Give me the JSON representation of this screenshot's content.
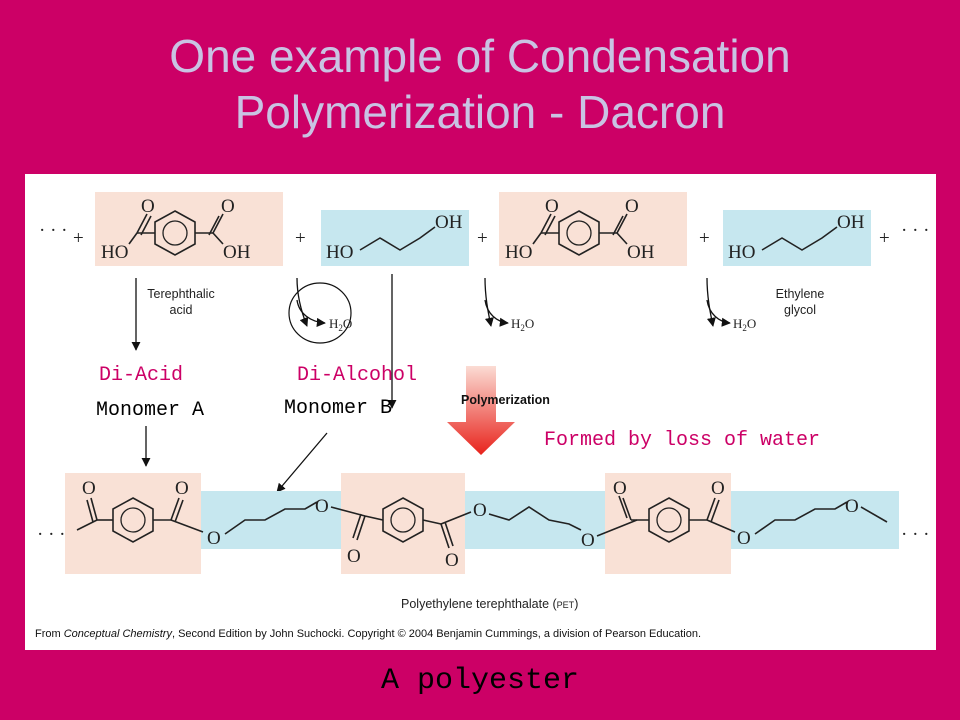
{
  "slide": {
    "title_line1": "One example of Condensation",
    "title_line2": "Polymerization - Dacron",
    "bottom_title": "A polyester"
  },
  "reactants": {
    "ellipsis_left": "· · ·",
    "ellipsis_right": "· · ·",
    "plus": "+",
    "oxygen": "O",
    "hydroxyl_left": "HO",
    "hydroxyl_right": "OH",
    "terephthalic_label_1": "Terephthalic",
    "terephthalic_label_2": "acid",
    "ethylene_label_1": "Ethylene",
    "ethylene_label_2": "glycol",
    "water_h": "H",
    "water_2": "2",
    "water_o": "O"
  },
  "annotations": {
    "di_acid": "Di-Acid",
    "monomer_a": "Monomer A",
    "di_alcohol": "Di-Alcohol",
    "monomer_b": "Monomer B",
    "polymerization": "Polymerization",
    "formed_by": "Formed by loss of water"
  },
  "product": {
    "name": "Polyethylene terephthalate (",
    "abbrev": "PET",
    "close": ")",
    "oxygen": "O"
  },
  "credit": {
    "prefix": "From ",
    "book": "Conceptual Chemistry",
    "rest": ", Second Edition by John Suchocki. Copyright © 2004 Benjamin Cummings, a division of Pearson Education."
  },
  "colors": {
    "slide_bg": "#cc0066",
    "title": "#c9c3e3",
    "acid_box": "#f9e1d6",
    "glycol_box": "#c6e7ef",
    "annotation": "#cc0066",
    "arrow_top": "#fbdcd4",
    "arrow_bottom": "#e8231c"
  }
}
